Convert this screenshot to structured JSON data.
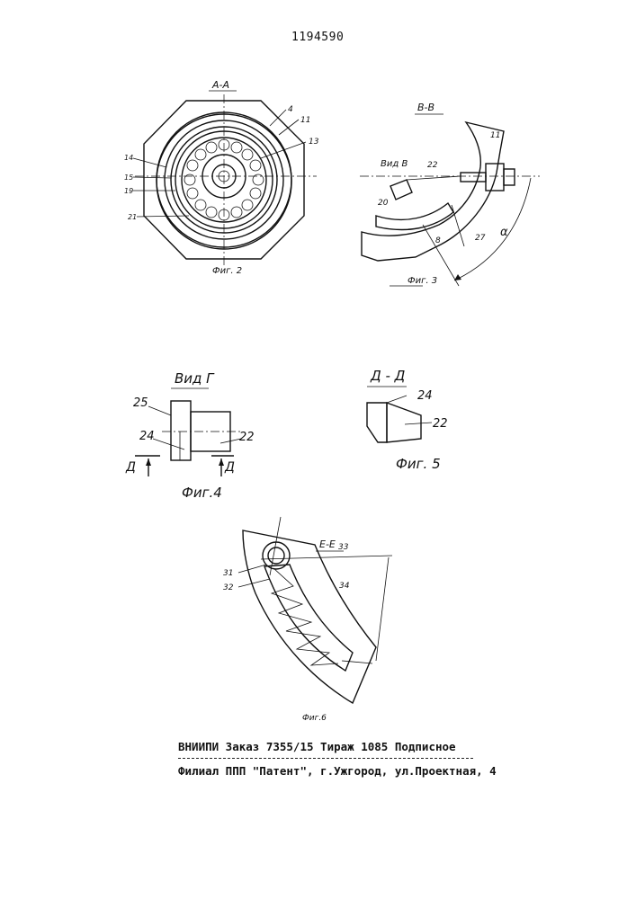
{
  "header": {
    "doc_number": "1194590"
  },
  "fig2": {
    "section": "А-А",
    "caption": "Фиг. 2",
    "labels": {
      "l4": "4",
      "l11": "11",
      "l13": "13",
      "l14": "14",
      "l15": "15",
      "l19": "19",
      "l21": "21"
    }
  },
  "fig3": {
    "section": "В-В",
    "caption": "Фиг. 3",
    "view": "Вид В",
    "angle": "α",
    "labels": {
      "l11": "11",
      "l22": "22",
      "l20": "20",
      "l27": "27",
      "l8": "8"
    }
  },
  "fig4": {
    "title": "Вид Г",
    "caption": "Фиг.4",
    "labels": {
      "l25": "25",
      "l24": "24",
      "l22": "22",
      "arrow_left": "Д",
      "arrow_right": "Д"
    }
  },
  "fig5": {
    "title": "Д - Д",
    "caption": "Фиг. 5",
    "labels": {
      "l24": "24",
      "l22": "22"
    }
  },
  "fig6": {
    "section": "Е-Е",
    "caption": "Фиг.6",
    "labels": {
      "l33": "33",
      "l31": "31",
      "l32": "32",
      "l34": "34"
    }
  },
  "imprint": {
    "line1": "ВНИИПИ Заказ 7355/15  Тираж 1085  Подписное",
    "line2": "Филиал ППП \"Патент\", г.Ужгород, ул.Проектная, 4"
  }
}
